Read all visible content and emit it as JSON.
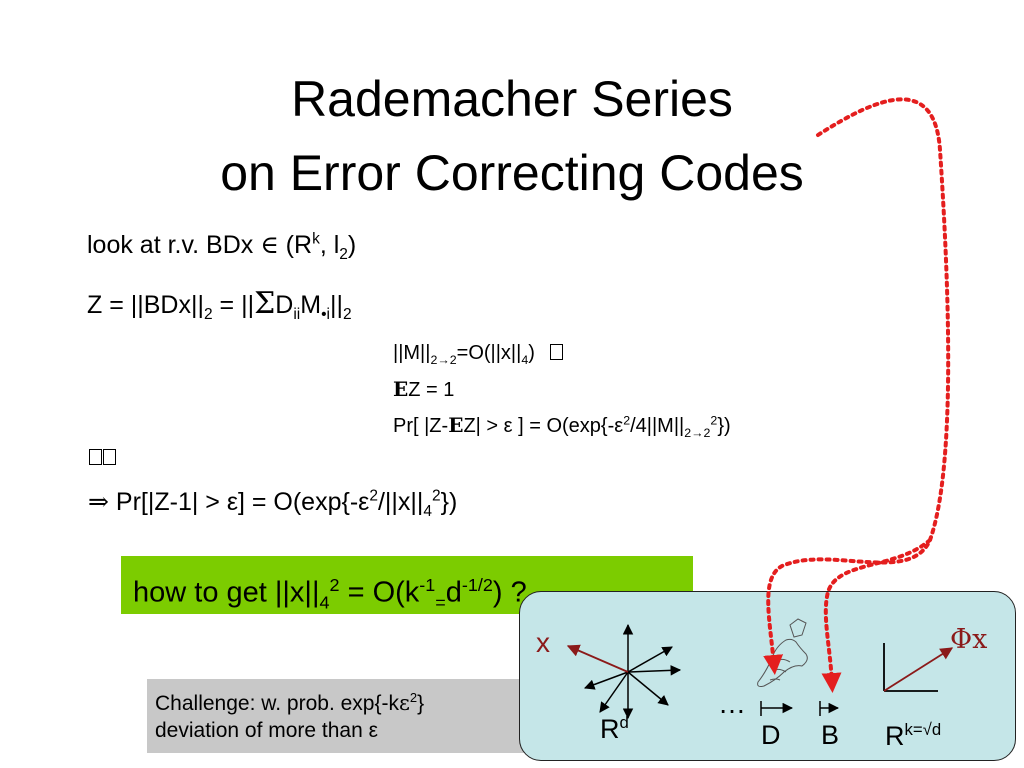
{
  "title": {
    "line1": "Rademacher Series",
    "line2": "on Error Correcting Codes"
  },
  "body": {
    "line1_prefix": "look at r.v. BDx",
    "line1_in": "∈",
    "line1_R": " (R",
    "line1_k": "k",
    "line1_mid": ", l",
    "line1_2": "2",
    "line1_end": ")",
    "line2_a": "Z = ||BDx||",
    "line2_sub": "2",
    "line2_b": " = ||",
    "line2_sigma": "Σ",
    "line2_c": "D",
    "line2_ii": "ii",
    "line2_d": "M",
    "line2_dot": "•",
    "line2_i": "i",
    "line2_e": "||",
    "line2_sub2": "2"
  },
  "facts": {
    "f1_a": "||M||",
    "f1_sub": "2→2",
    "f1_b": "=O(||x||",
    "f1_sub4": "4",
    "f1_c": ")",
    "f2_E": "E",
    "f2_b": "Z = 1",
    "f3_a": "Pr[ |Z-",
    "f3_E": "E",
    "f3_b": "Z| > ε ] = O(exp{-ε",
    "f3_sup": "2",
    "f3_c": "/4||M||",
    "f3_sub": "2→2",
    "f3_sup2": "2",
    "f3_d": "})"
  },
  "conclusion": {
    "arrow": "⇒",
    "a": "Pr[|Z-1| > ε] = O(exp{-ε",
    "sup": "2",
    "b": "/||x||",
    "sub": "4",
    "sup2": "2",
    "c": "})"
  },
  "green_box": {
    "a": "how to get ||x||",
    "sub": "4",
    "sup": "2",
    "b": " = O(k",
    "sup2": "-1",
    "sub2": "=",
    "c": "d",
    "sup3": "-1/2",
    "d": ") ?"
  },
  "gray_box": {
    "line1_a": "Challenge: w. prob. exp{-k",
    "line1_eps": "ε",
    "line1_sup": "2",
    "line1_b": "}",
    "line2": "deviation of more than ε"
  },
  "panel": {
    "x_label": "x",
    "rd_label": "R",
    "rd_sup": "d",
    "dots": "…",
    "d_label": "D",
    "b_label": "B",
    "phi_label": "Φx",
    "rk_label": "R",
    "rk_sup": "k=√d"
  },
  "colors": {
    "green": "#7ccc00",
    "gray": "#c8c8c8",
    "panel": "#c5e6e8",
    "dotted_red": "#e41e1e",
    "vector_red": "#8b1a1a"
  }
}
